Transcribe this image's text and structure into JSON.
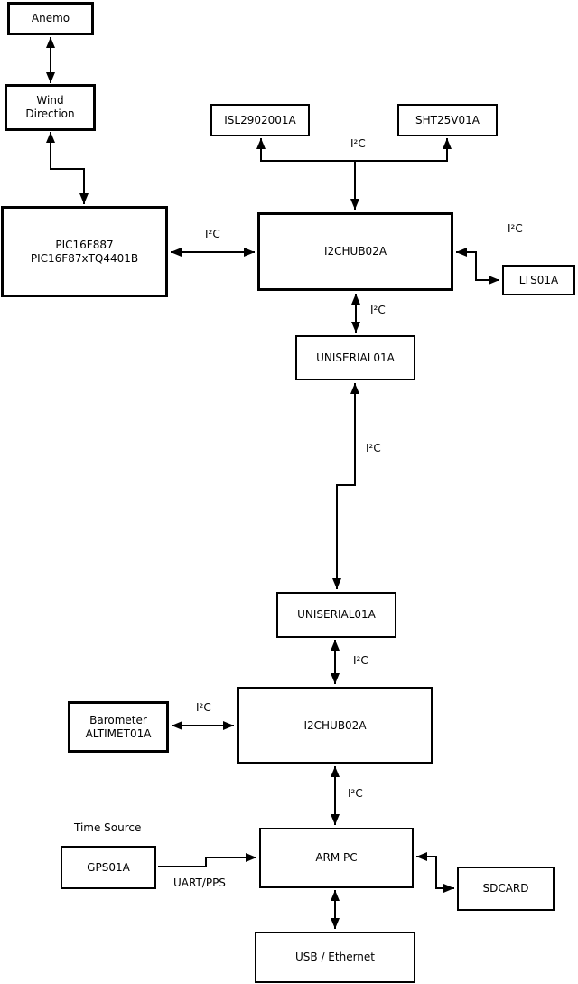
{
  "labels": {
    "i2c": "I²C",
    "uart_pps": "UART/PPS",
    "time_source": "Time Source"
  },
  "nodes": {
    "anemo": {
      "label": "Anemo"
    },
    "wind_direction": {
      "line1": "Wind",
      "line2": "Direction"
    },
    "pic": {
      "line1": "PIC16F887",
      "line2": "PIC16F87xTQ4401B"
    },
    "isl": {
      "label": "ISL2902001A"
    },
    "sht": {
      "label": "SHT25V01A"
    },
    "i2c_hub_top": {
      "label": "I2CHUB02A"
    },
    "lts": {
      "label": "LTS01A"
    },
    "uniserial_top": {
      "label": "UNISERIAL01A"
    },
    "uniserial_bottom": {
      "label": "UNISERIAL01A"
    },
    "i2c_hub_bottom": {
      "label": "I2CHUB02A"
    },
    "barometer": {
      "line1": "Barometer",
      "line2": "ALTIMET01A"
    },
    "gps": {
      "label": "GPS01A"
    },
    "arm_pc": {
      "label": "ARM PC"
    },
    "sdcard": {
      "label": "SDCARD"
    },
    "usb_ethernet": {
      "label": "USB / Ethernet"
    }
  },
  "colors": {
    "line": "#000000",
    "box_border": "#000000",
    "box_background": "#ffffff",
    "text": "#000000",
    "page_background": "#ffffff"
  }
}
